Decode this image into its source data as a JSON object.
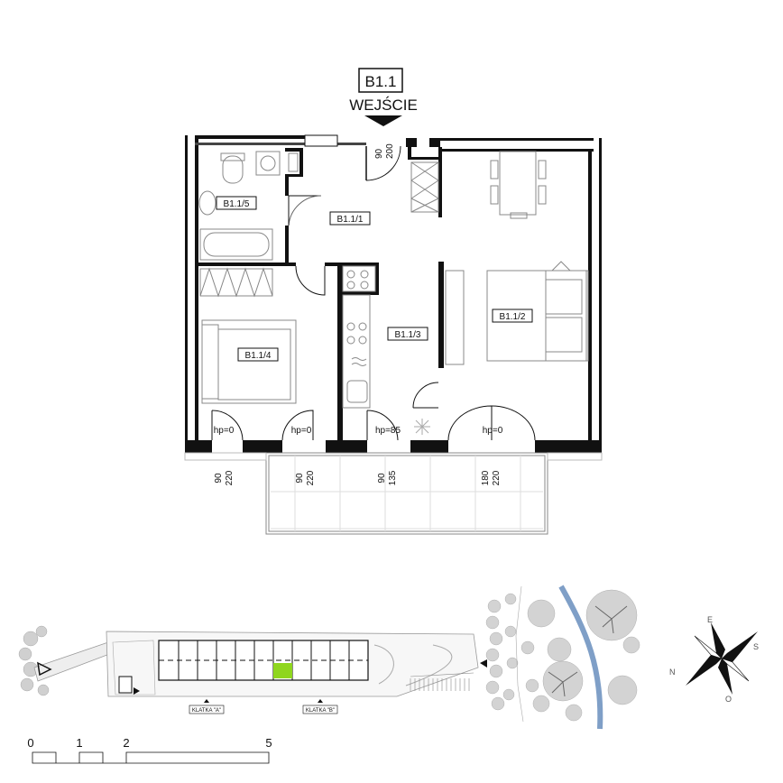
{
  "unit_code": "B1.1",
  "entrance_label": "WEJŚCIE",
  "rooms": [
    {
      "id": "B1.1/1"
    },
    {
      "id": "B1.1/2"
    },
    {
      "id": "B1.1/3"
    },
    {
      "id": "B1.1/4"
    },
    {
      "id": "B1.1/5"
    }
  ],
  "door_dims": {
    "entrance": [
      "90",
      "200"
    ],
    "d1": [
      "90",
      "220"
    ],
    "d2": [
      "90",
      "220"
    ],
    "d3": [
      "90",
      "135"
    ],
    "d4": [
      "180",
      "220"
    ]
  },
  "sill_heights": [
    "hp=0",
    "hp=0",
    "hp=85",
    "hp=0"
  ],
  "site_plan": {
    "stairwells": [
      "KLATKA \"A\"",
      "KLATKA \"B\""
    ],
    "highlight_color": "#8fd61e"
  },
  "compass_letters": [
    "N",
    "E",
    "S",
    "O"
  ],
  "scale_bar": [
    "0",
    "1",
    "2",
    "5"
  ],
  "colors": {
    "wall": "#111111",
    "furniture": "#888888",
    "tree": "#c8c8c8",
    "river": "#7f9fc7"
  }
}
